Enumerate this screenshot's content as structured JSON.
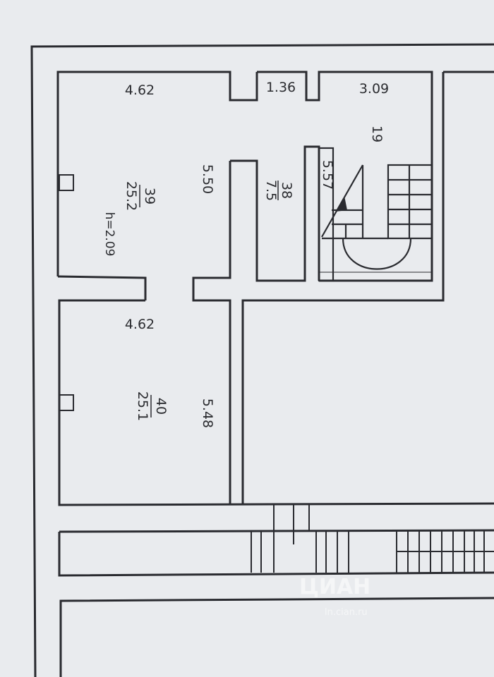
{
  "plan": {
    "room_top_left": {
      "width_label": "4.62",
      "length_label": "5.50",
      "number": "39",
      "area": "25.2",
      "height_label": "h=2.09"
    },
    "room_niche": {
      "width_label": "1.36",
      "number": "38",
      "area": "7.5"
    },
    "room_stairs": {
      "width_label": "3.09",
      "length_label": "5.57",
      "number": "19"
    },
    "room_bottom_left": {
      "width_label": "4.62",
      "length_label": "5.48",
      "number": "40",
      "area": "25.1"
    }
  },
  "watermark": {
    "brand": "ЦИАН",
    "domain": "ln.cian.ru"
  }
}
